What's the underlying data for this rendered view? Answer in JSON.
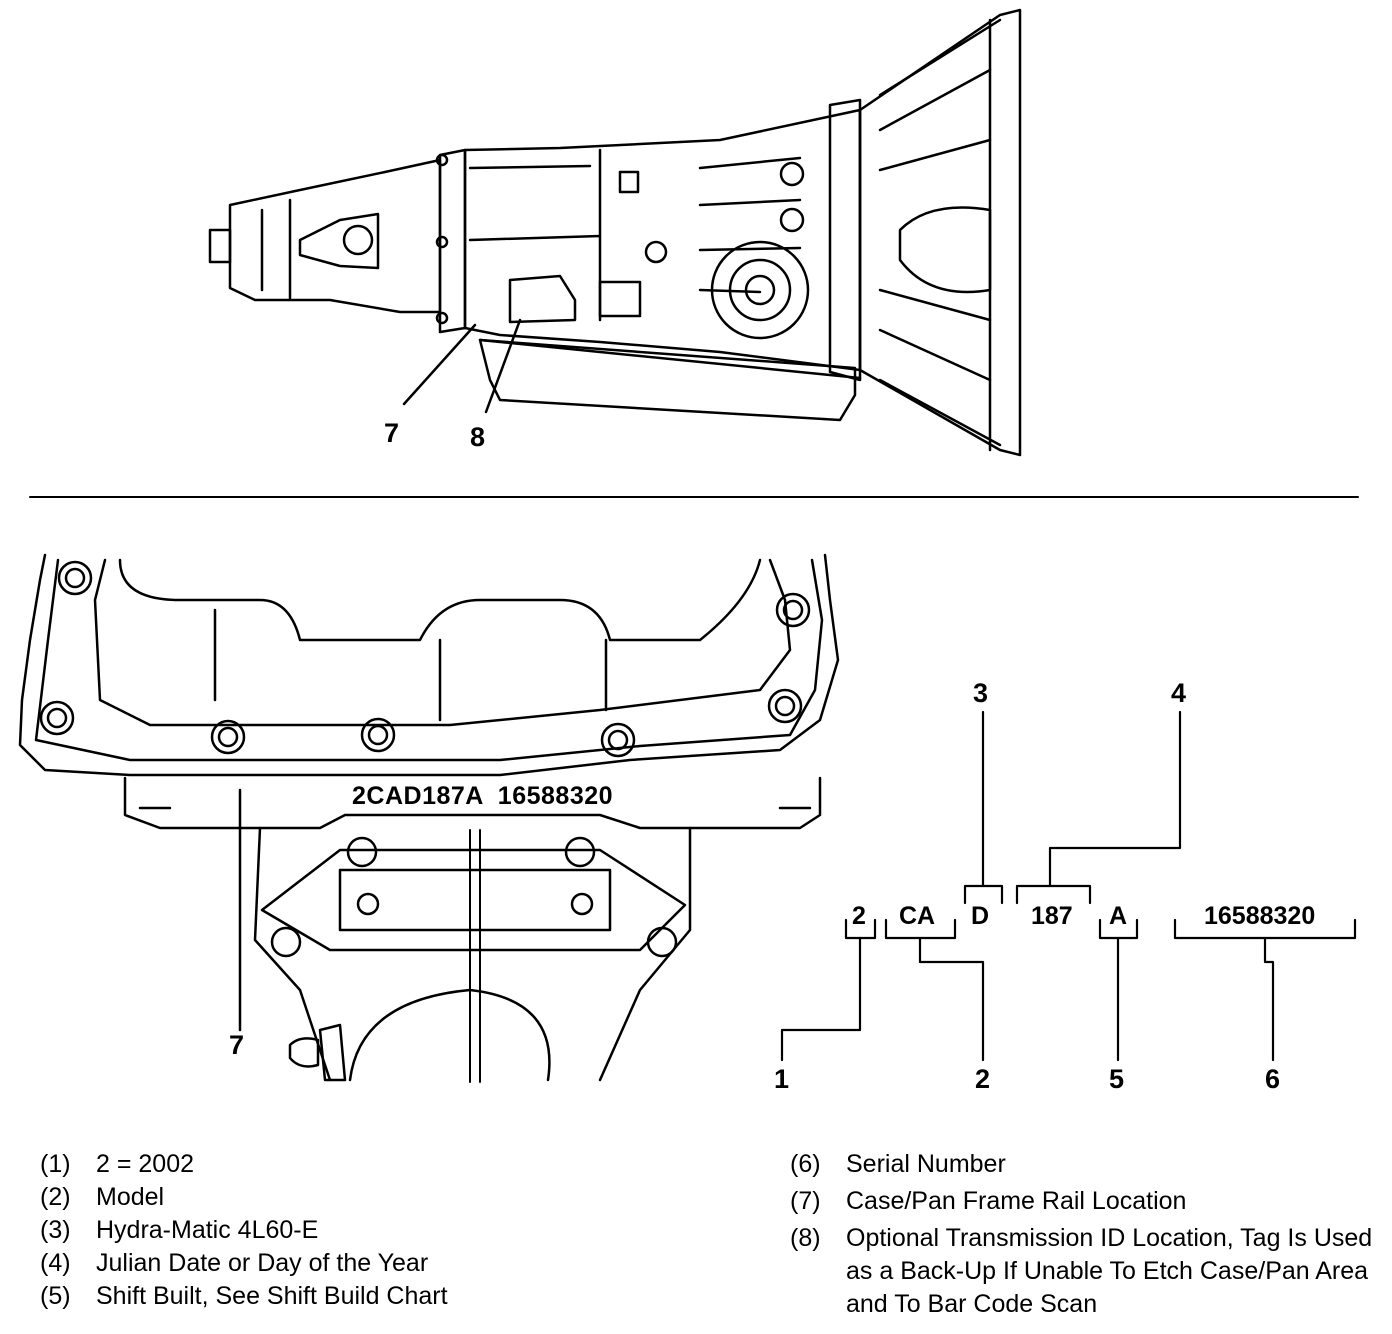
{
  "top_view": {
    "callouts": {
      "c7": "7",
      "c8": "8"
    }
  },
  "bottom_view": {
    "stamp": "2CAD187A  16588320",
    "callout_7": "7"
  },
  "code_breakdown": {
    "fields": {
      "year": "2",
      "model": "CA",
      "type": "D",
      "julian": "187",
      "shift": "A",
      "serial": "16588320"
    },
    "callouts": {
      "n1": "1",
      "n2": "2",
      "n3": "3",
      "n4": "4",
      "n5": "5",
      "n6": "6"
    }
  },
  "legend": {
    "left": [
      {
        "num": "(1)",
        "text": "2 = 2002"
      },
      {
        "num": "(2)",
        "text": "Model"
      },
      {
        "num": "(3)",
        "text": "Hydra-Matic 4L60-E"
      },
      {
        "num": "(4)",
        "text": "Julian Date or Day of the Year"
      },
      {
        "num": "(5)",
        "text": "Shift Built, See Shift Build Chart"
      }
    ],
    "right": [
      {
        "num": "(6)",
        "text": "Serial Number"
      },
      {
        "num": "(7)",
        "text": "Case/Pan Frame Rail Location"
      },
      {
        "num": "(8)",
        "text": "Optional Transmission ID Location, Tag Is Used as a Back-Up If Unable To Etch Case/Pan Area and To Bar Code Scan"
      }
    ]
  }
}
